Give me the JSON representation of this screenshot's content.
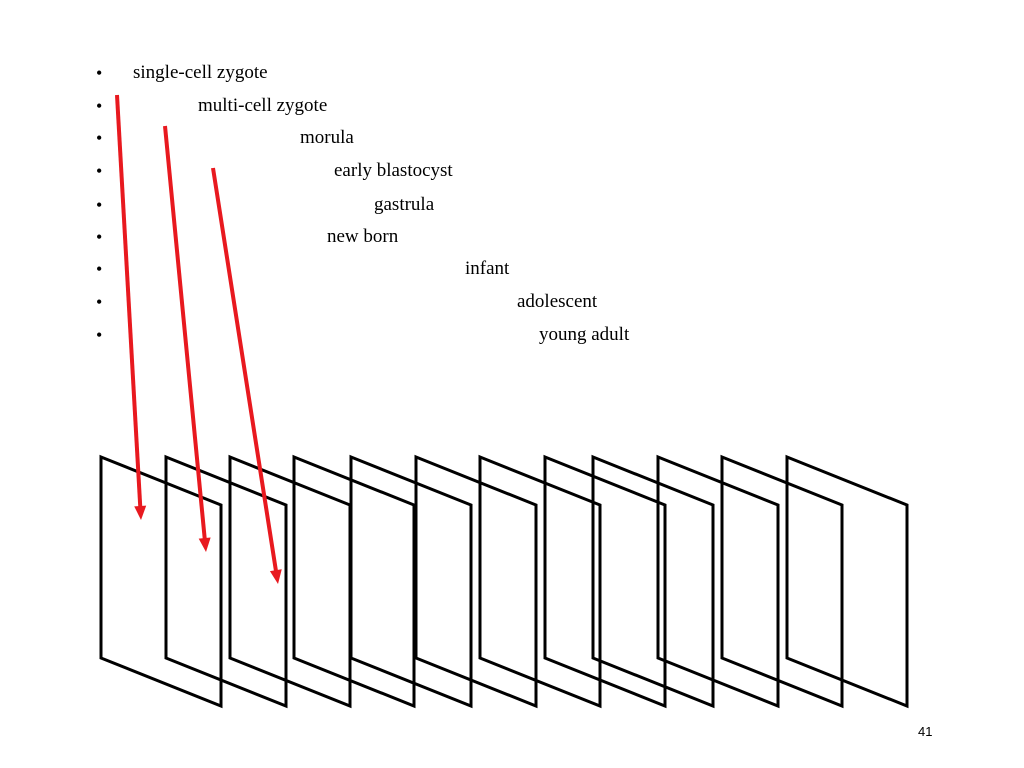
{
  "stages": [
    "single-cell zygote",
    "multi-cell zygote",
    "morula",
    "early blastocyst",
    "gastrula",
    "new born",
    "infant",
    "adolescent",
    "young adult"
  ],
  "bullet_char": "•",
  "page_number": "41",
  "colors": {
    "arrow": "#e8191f",
    "frame": "#000000",
    "text": "#000000"
  }
}
